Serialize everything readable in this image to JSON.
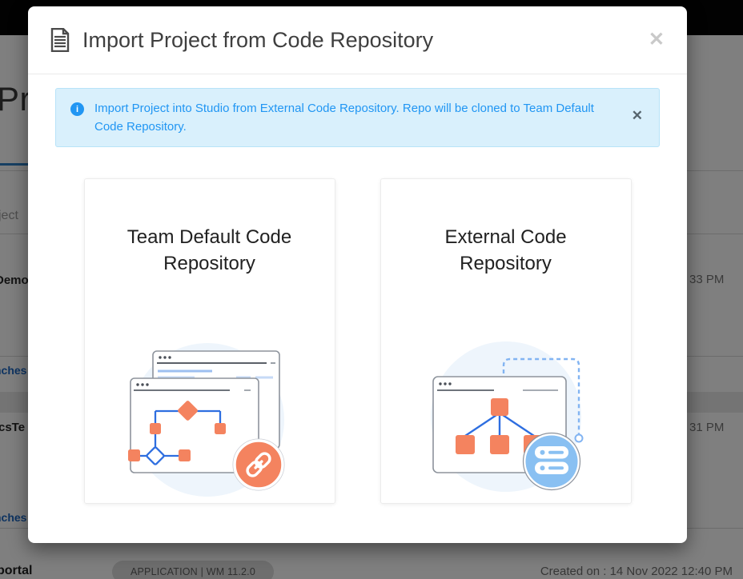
{
  "modal": {
    "title": "Import Project from Code Repository",
    "close_glyph": "✕",
    "alert": {
      "icon_glyph": "i",
      "text": "Import Project into Studio from External Code Repository. Repo will be cloned to Team Default Code Repository.",
      "close_glyph": "✕"
    },
    "cards": [
      {
        "title": "Team Default Code Repository",
        "icon": "linked-windows-flowchart-illustration"
      },
      {
        "title": "External Code Repository",
        "icon": "external-repo-server-illustration"
      }
    ]
  },
  "background": {
    "heading_fragment": "Pro",
    "search_fragment": "ject",
    "rows": [
      {
        "name_fragment": "Demo",
        "link_fragment": "nches",
        "time_fragment": "33 PM"
      },
      {
        "name_fragment": "csTe",
        "link_fragment": "nches",
        "time_fragment": "31 PM"
      }
    ],
    "footer_row": {
      "name_fragment": "portal",
      "badge": "APPLICATION | WM 11.2.0",
      "created": "Created on : 14 Nov 2022 12:40 PM"
    }
  },
  "colors": {
    "alert_blue": "#2196f3",
    "alert_bg": "#d9f0fc",
    "illustration_orange": "#f4835f",
    "illustration_blue_line": "#2e6ee0",
    "illustration_circle_bg": "#eef5fc",
    "server_circle_blue": "#89c0f2",
    "tab_underline_blue": "#2f80c7",
    "link_blue": "#1a66c2",
    "topbar_black": "#050505"
  }
}
